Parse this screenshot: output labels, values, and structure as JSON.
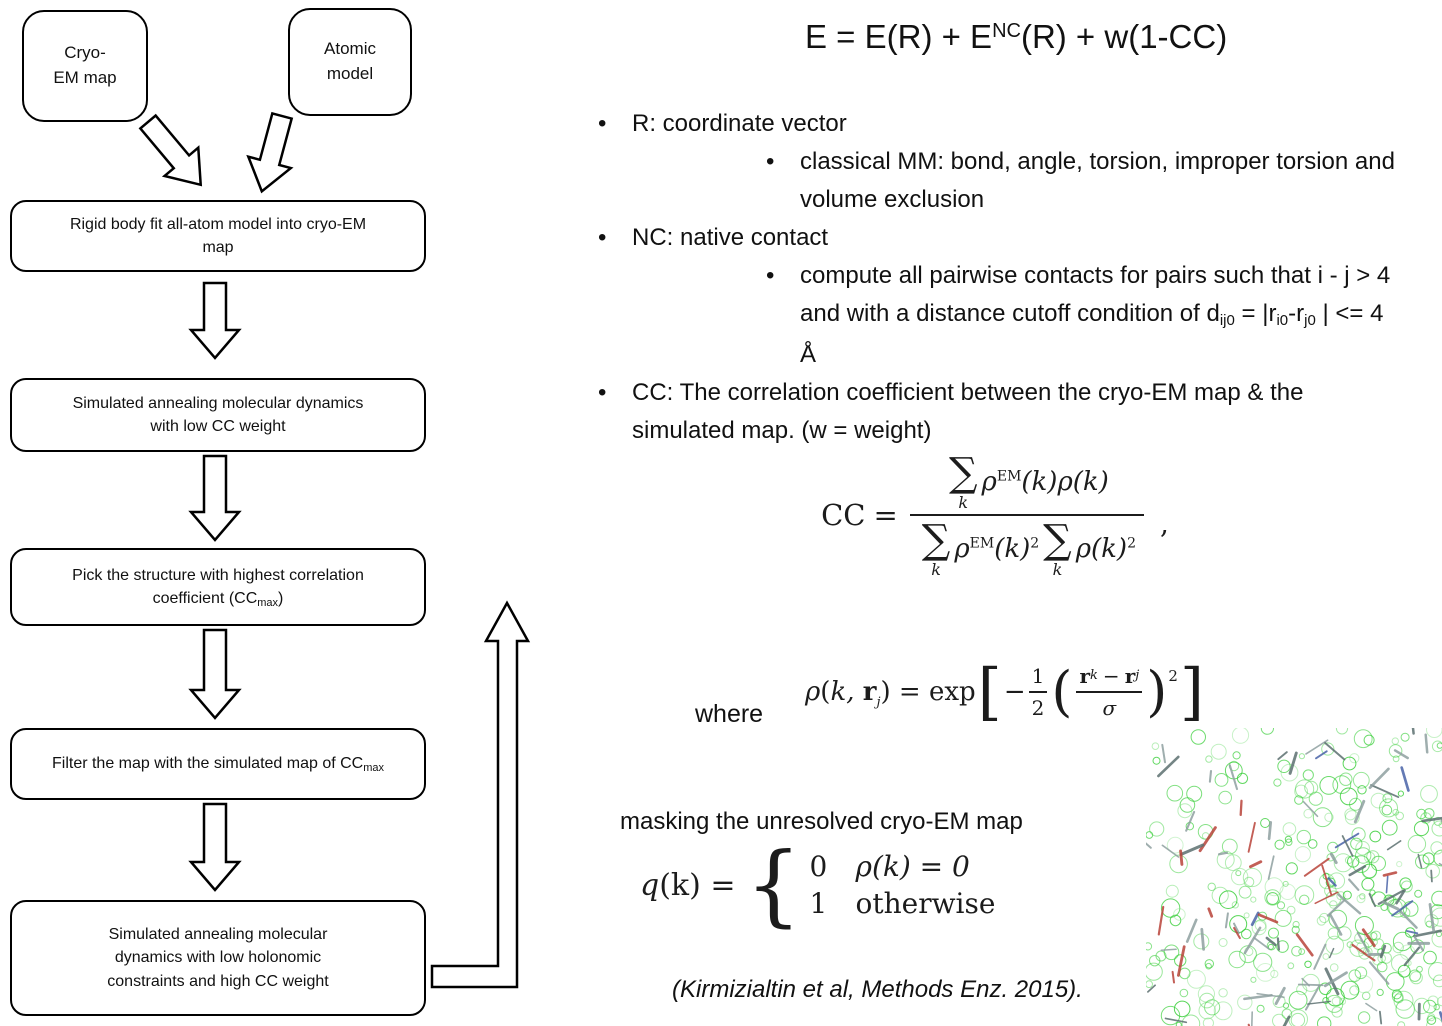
{
  "bullet_char": "•",
  "flowchart": {
    "cryo_box": {
      "line1": "Cryo-",
      "line2": "EM map"
    },
    "atomic_box": {
      "line1": "Atomic",
      "line2": "model"
    },
    "steps": [
      {
        "pre": "Rigid body fit all-atom model into cryo-EM map",
        "sub": "",
        "post": ""
      },
      {
        "pre": "Simulated annealing molecular dynamics with low CC weight",
        "sub": "",
        "post": ""
      },
      {
        "pre": "Pick the structure with highest correlation coefficient (CC",
        "sub": "max",
        "post": ")"
      },
      {
        "pre": "Filter the map with the simulated map of CC",
        "sub": "max",
        "post": ""
      },
      {
        "pre": "Simulated annealing molecular dynamics with low holonomic constraints and high CC weight",
        "sub": "",
        "post": ""
      }
    ]
  },
  "title_eq": {
    "pre": "E = E(R) + E",
    "sup": "NC",
    "post": "(R) + w(1-CC)"
  },
  "bullets": {
    "r_head": "R: coordinate vector",
    "r_sub": "classical MM: bond, angle, torsion, improper torsion and volume exclusion",
    "nc_head": "NC: native contact",
    "nc_sub": {
      "s1": "compute all pairwise contacts for pairs such that i - j > 4 and with a distance cutoff condition of d",
      "sub1": "ij0",
      "s2": " = |r",
      "sub2": "i0",
      "s3": "-r",
      "sub3": "j0",
      "s4": " | <= 4 Å"
    },
    "cc_head": "CC: The correlation coefficient between the cryo-EM map & the simulated map. (w = weight)"
  },
  "cc_eq": {
    "lhs": "CC",
    "eq": "=",
    "sigma": "∑",
    "k": "k",
    "rho": "ρ",
    "em": "EM",
    "pk": "(k)",
    "two": "2",
    "comma": ","
  },
  "where_text": "where",
  "rho_eq": {
    "rho": "ρ",
    "lp": "(",
    "k_comma": "k,",
    "rvec": "r",
    "j": "j",
    "ksub": "k",
    "rp": ")",
    "eq": "=",
    "exp": "exp",
    "lbracket": "[",
    "rbracket": "]",
    "minus": "−",
    "one": "1",
    "two": "2",
    "lparen": "(",
    "rparen": ")",
    "sigma": "σ"
  },
  "masking_text": "masking the unresolved cryo-EM map",
  "q_eq": {
    "q": "q",
    "ofk_eq": "(k) =",
    "brace": "{",
    "row1_val": "0",
    "row1_cond": "ρ(k) = 0",
    "row2_val": "1",
    "row2_cond": "otherwise"
  },
  "citation": "(Kirmizialtin et al, Methods Enz. 2015).",
  "molecule": {
    "mesh_color": "#2ecc2e",
    "mesh_color_light": "#7fe07f",
    "stick_colors": [
      "#8fa0a0",
      "#8fa0a0",
      "#b9443a",
      "#4a63a8",
      "#5c7070"
    ]
  }
}
